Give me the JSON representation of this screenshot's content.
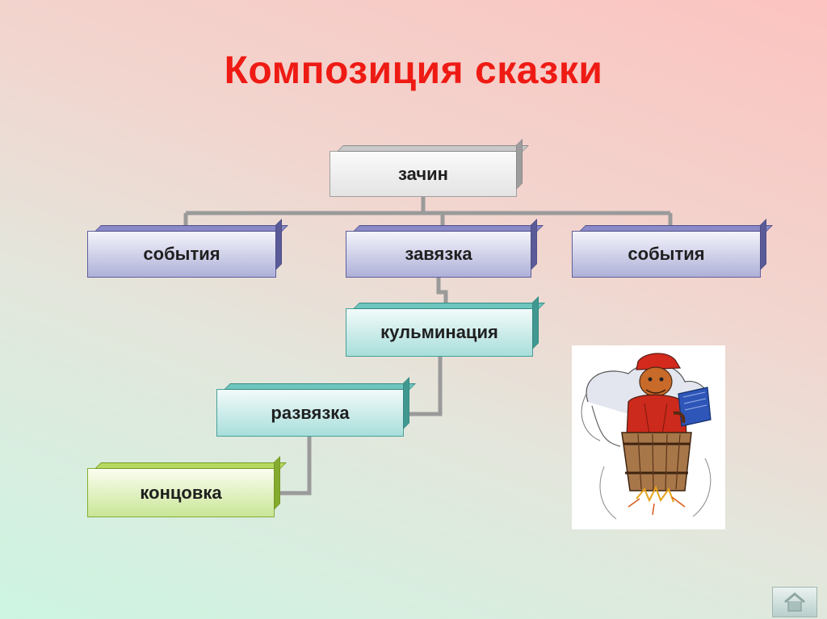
{
  "slide": {
    "title": "Композиция сказки"
  },
  "diagram": {
    "nodes": {
      "start": "зачин",
      "events_left": "события",
      "plot": "завязка",
      "events_right": "события",
      "climax": "кульминация",
      "resolution": "развязка",
      "ending": "концовка"
    },
    "edges": [
      [
        "start",
        "events_left"
      ],
      [
        "start",
        "plot"
      ],
      [
        "start",
        "events_right"
      ],
      [
        "plot",
        "climax"
      ],
      [
        "climax",
        "resolution"
      ],
      [
        "resolution",
        "ending"
      ]
    ]
  },
  "illustration": {
    "description_icon": "fairy-tale-character-in-barrel-icon"
  },
  "navigation": {
    "home_icon": "home-icon"
  },
  "colors": {
    "title": "#ee1b14",
    "connector": "#9a9a9a"
  }
}
